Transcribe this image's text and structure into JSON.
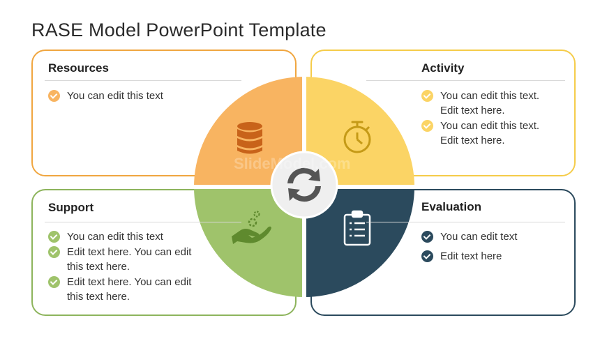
{
  "title": "RASE Model PowerPoint Template",
  "colors": {
    "resources": "#f8b461",
    "activity": "#fbd465",
    "support": "#9fc36b",
    "evaluation": "#2b4a5d",
    "resources_border": "#f0a640",
    "activity_border": "#f5cc4a",
    "support_border": "#8db45c",
    "evaluation_border": "#2b4a5d",
    "icon_resources": "#c8631a",
    "icon_activity": "#c59a17",
    "icon_support": "#5f8a2e",
    "center_bg": "#efefef",
    "center_icon": "#555555"
  },
  "quadrants": {
    "resources": {
      "title": "Resources",
      "icon": "database-icon",
      "bullets": [
        "You can edit this text"
      ]
    },
    "activity": {
      "title": "Activity",
      "icon": "stopwatch-icon",
      "bullets": [
        "You can edit this text. Edit text here.",
        "You can edit this text. Edit text here."
      ]
    },
    "support": {
      "title": "Support",
      "icon": "hand-gears-icon",
      "bullets": [
        "You can edit this text",
        "Edit text here. You can edit this text here.",
        "Edit text here. You can edit this text here."
      ]
    },
    "evaluation": {
      "title": "Evaluation",
      "icon": "clipboard-checklist-icon",
      "bullets": [
        "You can edit text",
        "Edit text here"
      ]
    }
  },
  "center": {
    "icon": "refresh-cycle-icon"
  },
  "watermark": "SlideModel.com"
}
